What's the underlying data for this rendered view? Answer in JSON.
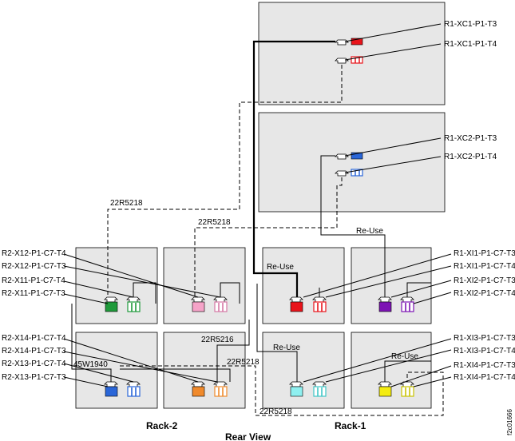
{
  "rack_captions": {
    "rack2": "Rack-2",
    "rack1": "Rack-1",
    "view": "Rear View"
  },
  "figure_id": "f2c01666",
  "xc_labels": {
    "xc1_t3": "R1-XC1-P1-T3",
    "xc1_t4": "R1-XC1-P1-T4",
    "xc2_t3": "R1-XC2-P1-T3",
    "xc2_t4": "R1-XC2-P1-T4"
  },
  "rack2_labels": {
    "x12_t4": "R2-X12-P1-C7-T4",
    "x12_t3": "R2-X12-P1-C7-T3",
    "x11_t4": "R2-X11-P1-C7-T4",
    "x11_t3": "R2-X11-P1-C7-T3",
    "x14_t4": "R2-X14-P1-C7-T4",
    "x14_t3": "R2-X14-P1-C7-T3",
    "x13_t4": "R2-X13-P1-C7-T4",
    "x13_t3": "R2-X13-P1-C7-T3"
  },
  "rack1_labels": {
    "xi1_t3": "R1-XI1-P1-C7-T3",
    "xi1_t4": "R1-XI1-P1-C7-T4",
    "xi2_t3": "R1-XI2-P1-C7-T3",
    "xi2_t4": "R1-XI2-P1-C7-T4",
    "xi3_t3": "R1-XI3-P1-C7-T3",
    "xi3_t4": "R1-XI3-P1-C7-T4",
    "xi4_t3": "R1-XI4-P1-C7-T3",
    "xi4_t4": "R1-XI4-P1-C7-T4"
  },
  "cable_labels": {
    "c22r5218_a": "22R5218",
    "c22r5218_b": "22R5218",
    "c22r5218_c": "22R5218",
    "c22r5218_d": "22R5218",
    "c22r5216": "22R5216",
    "c45w1940": "45W1940",
    "reuse_a": "Re-Use",
    "reuse_b": "Re-Use",
    "reuse_c": "Re-Use",
    "reuse_d": "Re-Use"
  },
  "colors": {
    "red": "#e8141b",
    "blue": "#2a66d8",
    "green": "#1f9a3b",
    "pink": "#f5a3c8",
    "purple": "#7d14b4",
    "orange": "#f08a2c",
    "cyan": "#8ff0f0",
    "yellow": "#f4ec10"
  }
}
